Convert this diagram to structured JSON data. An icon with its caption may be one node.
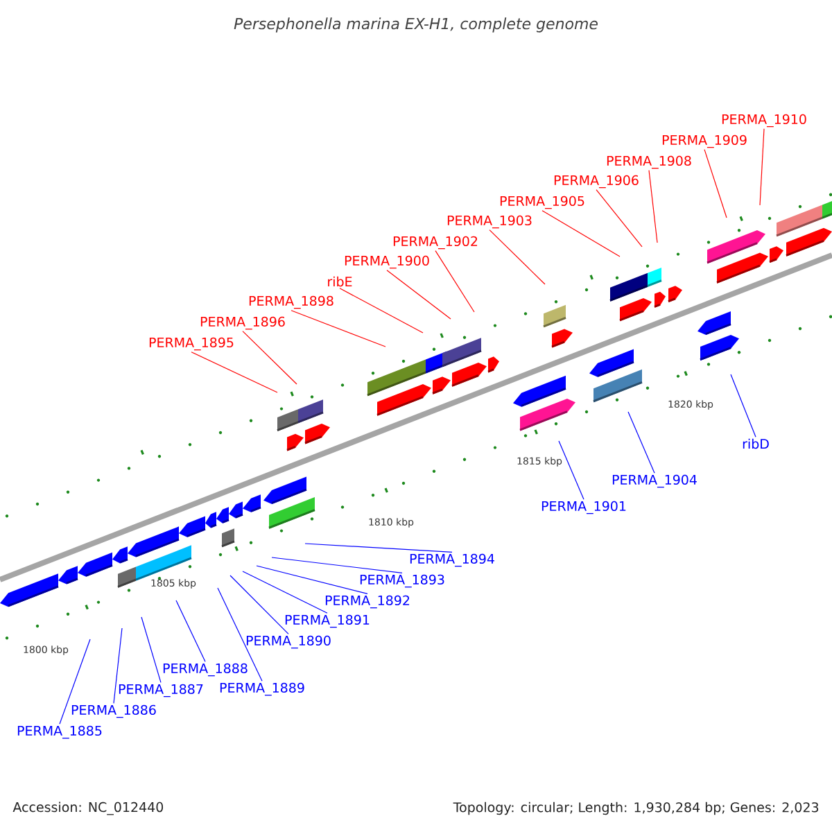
{
  "diagram": {
    "title": "Persephonella marina EX-H1, complete genome",
    "nodes": [
      {
        "text": [
          "PERMA_1885"
        ]
      },
      {
        "text": [
          "PERMA_1886"
        ]
      },
      {
        "text": [
          "PERMA_1887"
        ]
      },
      {
        "text": [
          "PERMA_1888"
        ]
      },
      {
        "text": [
          "PERMA_1889"
        ]
      },
      {
        "text": [
          "PERMA_1890"
        ]
      },
      {
        "text": [
          "PERMA_1891"
        ]
      },
      {
        "text": [
          "PERMA_1892"
        ]
      },
      {
        "text": [
          "PERMA_1893"
        ]
      },
      {
        "text": [
          "PERMA_1894"
        ]
      },
      {
        "text": [
          "PERMA_1895"
        ]
      },
      {
        "text": [
          "PERMA_1896"
        ]
      },
      {
        "text": [
          "PERMA_1898"
        ]
      },
      {
        "text": [
          "ribE"
        ]
      },
      {
        "text": [
          "PERMA_1900"
        ]
      },
      {
        "text": [
          "PERMA_1901"
        ]
      },
      {
        "text": [
          "PERMA_1902"
        ]
      },
      {
        "text": [
          "PERMA_1903"
        ]
      },
      {
        "text": [
          "PERMA_1904"
        ]
      },
      {
        "text": [
          "PERMA_1905"
        ]
      },
      {
        "text": [
          "PERMA_1906"
        ]
      },
      {
        "text": [
          "PERMA_1908"
        ]
      },
      {
        "text": [
          "PERMA_1909"
        ]
      },
      {
        "text": [
          "PERMA_1910"
        ]
      },
      {
        "text": [
          "ribD"
        ]
      }
    ],
    "edges": [
      {
        "from": 0,
        "to": null,
        "arrow": "none"
      },
      {
        "from": 1,
        "to": null,
        "arrow": "none"
      },
      {
        "from": 2,
        "to": null,
        "arrow": "none"
      },
      {
        "from": 3,
        "to": null,
        "arrow": "none"
      },
      {
        "from": 4,
        "to": null,
        "arrow": "none"
      },
      {
        "from": 5,
        "to": null,
        "arrow": "none"
      },
      {
        "from": 6,
        "to": null,
        "arrow": "none"
      },
      {
        "from": 7,
        "to": null,
        "arrow": "none"
      },
      {
        "from": 8,
        "to": null,
        "arrow": "none"
      },
      {
        "from": 9,
        "to": null,
        "arrow": "none"
      },
      {
        "from": 10,
        "to": null,
        "arrow": "none",
        "color": "#ff0000"
      },
      {
        "from": 11,
        "to": null,
        "arrow": "none",
        "color": "#ff0000"
      },
      {
        "from": 12,
        "to": null,
        "arrow": "none",
        "color": "#ff0000"
      },
      {
        "from": 13,
        "to": null,
        "arrow": "none",
        "color": "#ff0000"
      },
      {
        "from": 14,
        "to": null,
        "arrow": "none",
        "color": "#ff0000"
      },
      {
        "from": 15,
        "to": null,
        "arrow": "none"
      },
      {
        "from": 16,
        "to": null,
        "arrow": "none",
        "color": "#ff0000"
      },
      {
        "from": 17,
        "to": null,
        "arrow": "none",
        "color": "#ff0000"
      },
      {
        "from": 18,
        "to": null,
        "arrow": "none"
      },
      {
        "from": 19,
        "to": null,
        "arrow": "none",
        "color": "#ff0000"
      },
      {
        "from": 20,
        "to": null,
        "arrow": "none",
        "color": "#ff0000"
      },
      {
        "from": 21,
        "to": null,
        "arrow": "none",
        "color": "#ff0000"
      },
      {
        "from": 22,
        "to": null,
        "arrow": "none",
        "color": "#ff0000"
      },
      {
        "from": 23,
        "to": null,
        "arrow": "none",
        "color": "#ff0000"
      },
      {
        "from": 24,
        "to": null,
        "arrow": "none"
      }
    ],
    "labels": [
      "1800 kbp",
      "1805 kbp",
      "1810 kbp",
      "1815 kbp",
      "1820 kbp",
      "Accession: NC_012440",
      "Topology: circular; Length: 1,930,284 bp; Genes: 2,023"
    ]
  }
}
